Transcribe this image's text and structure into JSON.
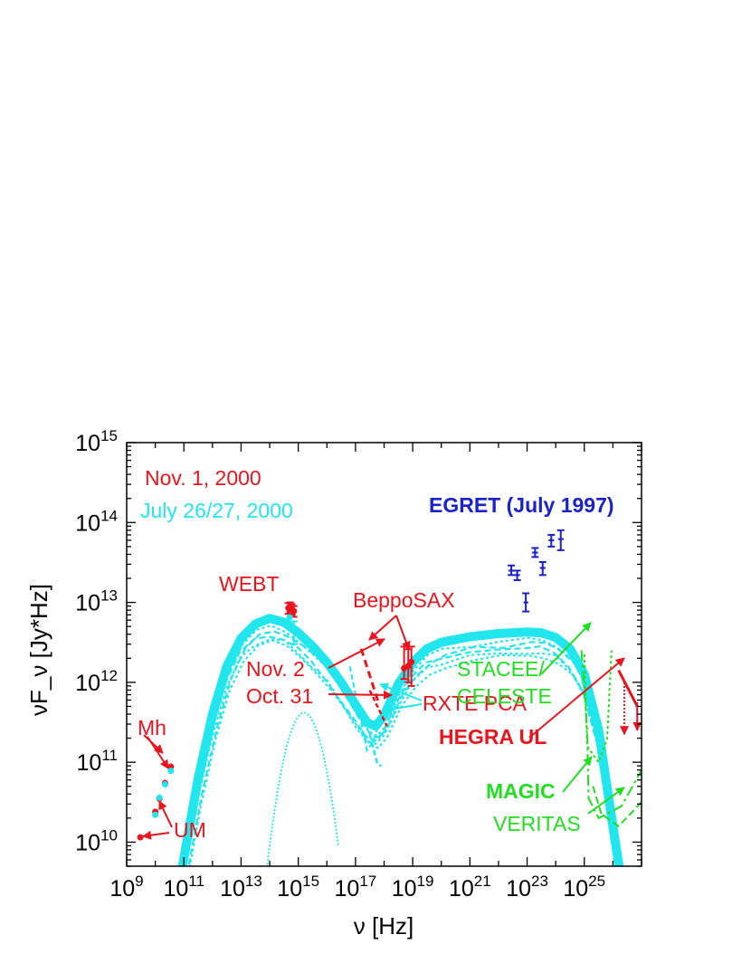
{
  "chart_data": {
    "type": "scatter",
    "xlabel": "ν [Hz]",
    "ylabel": "νF_ν [Jy*Hz]",
    "x_scale": "log",
    "y_scale": "log",
    "xlim": [
      1000000000.0,
      1e+27
    ],
    "ylim": [
      5000000000.0,
      1000000000000000.0
    ],
    "grid": false,
    "x_ticks": [
      "10^9",
      "10^11",
      "10^13",
      "10^15",
      "10^17",
      "10^19",
      "10^21",
      "10^23",
      "10^25"
    ],
    "y_ticks": [
      "10^10",
      "10^11",
      "10^12",
      "10^13",
      "10^14",
      "10^15"
    ],
    "colors": {
      "nov1": "#e8141e",
      "july": "#22e6ee",
      "egret": "#1a22c8",
      "instruments": "#22dd22",
      "axes": "#000000"
    },
    "legend": [
      {
        "label": "Nov. 1, 2000",
        "color": "#e8141e"
      },
      {
        "label": "July 26/27, 2000",
        "color": "#22e6ee"
      }
    ],
    "annotations": {
      "egret": "EGRET (July 1997)",
      "webt": "WEBT",
      "beppo": "BeppoSAX",
      "nov2": "Nov. 2",
      "oct31": "Oct. 31",
      "rxte": "RXTE PCA",
      "stacee1": "STACEE/",
      "stacee2": "CELESTE",
      "hegra": "HEGRA UL",
      "magic": "MAGIC",
      "veritas": "VERITAS",
      "mh": "Mh",
      "um": "UM"
    },
    "series": [
      {
        "name": "EGRET (July 1997)",
        "color": "#1a22c8",
        "points": [
          {
            "x": 2.8e+22,
            "y": 25000000000000.0,
            "xerr": [
              2.2e+22,
              3.5e+22
            ],
            "yerr": [
              22000000000000.0,
              29000000000000.0
            ]
          },
          {
            "x": 4.5e+22,
            "y": 22000000000000.0,
            "xerr": [
              3.5e+22,
              5.6e+22
            ],
            "yerr": [
              19000000000000.0,
              25000000000000.0
            ]
          },
          {
            "x": 9e+22,
            "y": 10000000000000.0,
            "xerr": [
              7.5e+22,
              1.1e+23
            ],
            "yerr": [
              7700000000000.0,
              13000000000000.0
            ]
          },
          {
            "x": 1.9e+23,
            "y": 42000000000000.0,
            "xerr": [
              1.5e+23,
              2.4e+23
            ],
            "yerr": [
              37000000000000.0,
              48000000000000.0
            ]
          },
          {
            "x": 3.5e+23,
            "y": 27000000000000.0,
            "xerr": [
              2.8e+23,
              4.4e+23
            ],
            "yerr": [
              22000000000000.0,
              32000000000000.0
            ]
          },
          {
            "x": 7e+23,
            "y": 60000000000000.0,
            "xerr": [
              5.6e+23,
              8.8e+23
            ],
            "yerr": [
              50000000000000.0,
              70000000000000.0
            ]
          },
          {
            "x": 1.5e+24,
            "y": 62000000000000.0,
            "xerr": [
              1.2e+24,
              1.9e+24
            ],
            "yerr": [
              45000000000000.0,
              80000000000000.0
            ]
          }
        ]
      },
      {
        "name": "Nov. 1, 2000",
        "color": "#e8141e",
        "points": [
          {
            "x": 450000000000000.0,
            "y": 8500000000000.0,
            "yerr": [
              7200000000000.0,
              9800000000000.0
            ]
          },
          {
            "x": 520000000000000.0,
            "y": 8800000000000.0,
            "yerr": [
              7600000000000.0,
              10000000000000.0
            ]
          },
          {
            "x": 600000000000000.0,
            "y": 8200000000000.0,
            "yerr": [
              7000000000000.0,
              9500000000000.0
            ]
          },
          {
            "x": 700000000000000.0,
            "y": 7800000000000.0,
            "yerr": [
              6600000000000.0,
              9000000000000.0
            ]
          },
          {
            "x": 5e+18,
            "y": 1500000000000.0,
            "yerr": [
              1100000000000.0,
              2800000000000.0
            ]
          },
          {
            "x": 7e+18,
            "y": 1600000000000.0,
            "yerr": [
              1000000000000.0,
              2600000000000.0
            ]
          },
          {
            "x": 9e+18,
            "y": 1800000000000.0,
            "yerr": [
              900000000000.0,
              2800000000000.0
            ]
          },
          {
            "x": 3000000000.0,
            "y": 11500000000.0
          },
          {
            "x": 10000000000.0,
            "y": 24000000000.0
          },
          {
            "x": 14000000000.0,
            "y": 35000000000.0
          },
          {
            "x": 22000000000.0,
            "y": 55000000000.0
          },
          {
            "x": 35000000000.0,
            "y": 88000000000.0
          }
        ]
      },
      {
        "name": "July 26/27, 2000",
        "color": "#22e6ee",
        "points": [
          {
            "x": 10000000000.0,
            "y": 22000000000.0
          },
          {
            "x": 14000000000.0,
            "y": 36000000000.0
          },
          {
            "x": 22000000000.0,
            "y": 53000000000.0
          },
          {
            "x": 35000000000.0,
            "y": 78000000000.0
          },
          {
            "x": 500000000000000.0,
            "y": 6500000000000.0
          },
          {
            "x": 700000000000000.0,
            "y": 4500000000000.0,
            "yerr": [
              3000000000000.0,
              5800000000000.0
            ]
          }
        ]
      }
    ]
  }
}
